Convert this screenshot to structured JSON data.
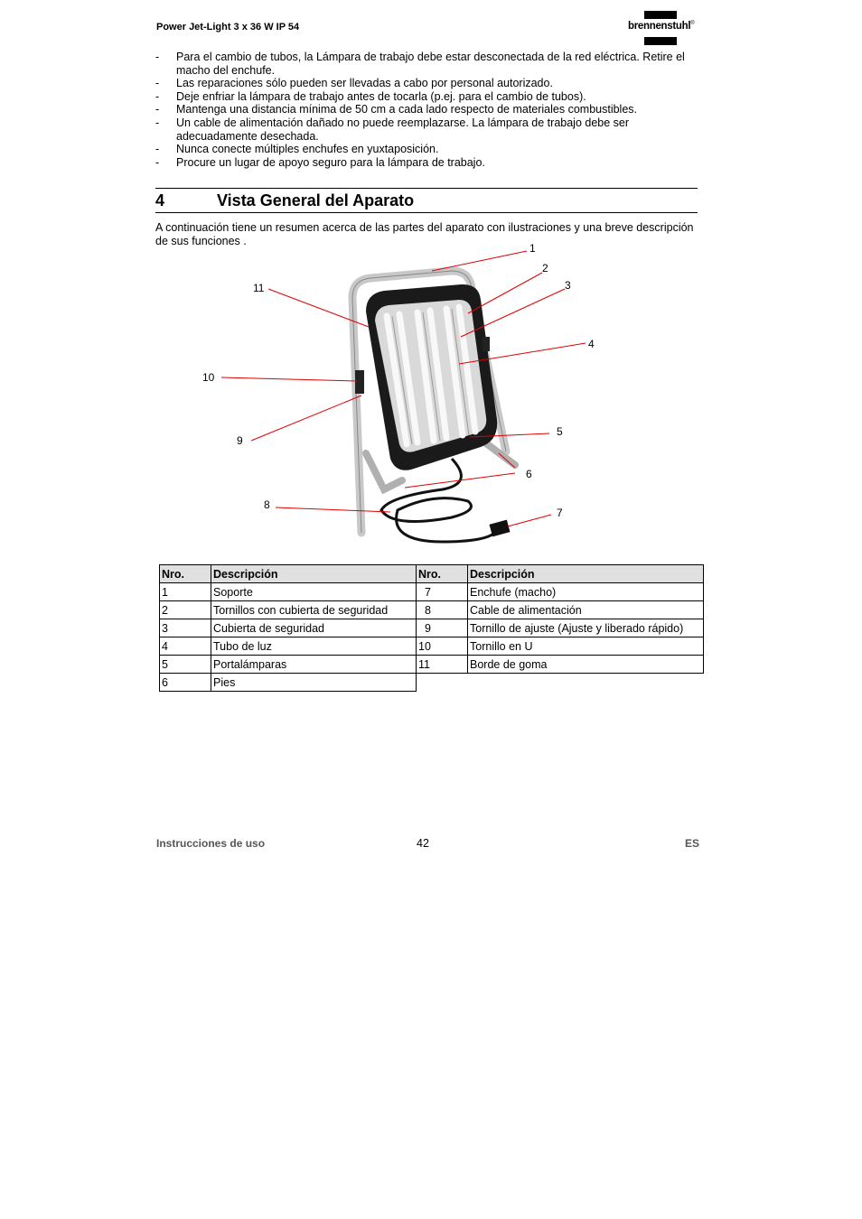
{
  "header": {
    "title": "Power Jet-Light 3 x 36 W IP 54",
    "logo_text": "brennenstuhl",
    "logo_mark": "®"
  },
  "bullets": [
    {
      "dash": "-",
      "text": "Para el cambio de tubos, la Lámpara de trabajo debe estar desconectada de la red eléctrica. Retire el macho del enchufe."
    },
    {
      "dash": "-",
      "text": "Las reparaciones sólo pueden ser llevadas a cabo por personal autorizado."
    },
    {
      "dash": "-",
      "text": "Deje enfriar la lámpara de trabajo antes de tocarla (p.ej. para el cambio de tubos)."
    },
    {
      "dash": "-",
      "text": "Mantenga una distancia mínima de 50 cm a cada lado respecto de materiales combustibles."
    },
    {
      "dash": "-",
      "text": "Un cable de alimentación dañado no puede reemplazarse. La lámpara de trabajo debe ser adecuadamente desechada."
    },
    {
      "dash": "-",
      "text": "Nunca conecte múltiples enchufes en yuxtaposición."
    },
    {
      "dash": "-",
      "text": "Procure un lugar de apoyo seguro para la lámpara de trabajo."
    }
  ],
  "section": {
    "number": "4",
    "title": "Vista General del Aparato"
  },
  "intro": "A continuación  tiene un resumen acerca de las partes del aparato con ilustraciones y una breve descripción de sus funciones .",
  "callouts": [
    "1",
    "2",
    "3",
    "4",
    "5",
    "6",
    "7",
    "8",
    "9",
    "10",
    "11"
  ],
  "table": {
    "headers": [
      "Nro.",
      "Descripción",
      "Nro.",
      "Descripción"
    ],
    "rows": [
      [
        "1",
        "Soporte",
        "7",
        "Enchufe (macho)"
      ],
      [
        "2",
        "Tornillos con cubierta de seguridad",
        "8",
        "Cable de alimentación"
      ],
      [
        "3",
        "Cubierta de seguridad",
        "9",
        "Tornillo de ajuste (Ajuste y liberado rápido)"
      ],
      [
        "4",
        "Tubo de luz",
        "10",
        "Tornillo en U"
      ],
      [
        "5",
        "Portalámparas",
        "11",
        "Borde de goma"
      ],
      [
        "6",
        "Pies",
        "",
        ""
      ]
    ]
  },
  "footer": {
    "left": "Instrucciones de uso",
    "page": "42",
    "right": "ES"
  }
}
